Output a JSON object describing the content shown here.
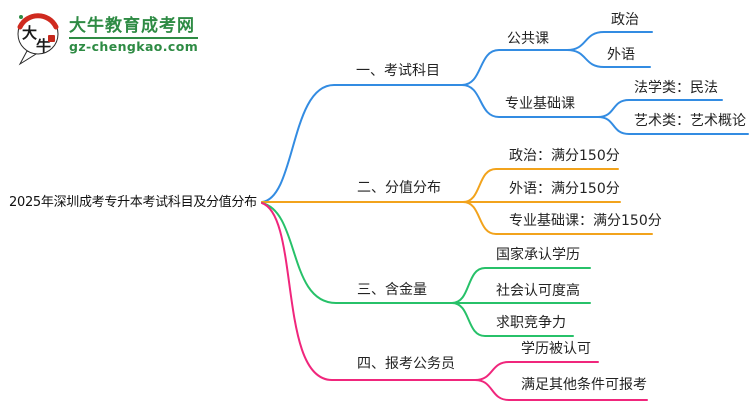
{
  "logo": {
    "site_name": "大牛教育成考网",
    "site_url": "gz-chengkao.com",
    "mascot_text_top": "大",
    "mascot_text_bottom": "牛"
  },
  "title": "2025年深圳成考专升本考试科目及分值分布",
  "colors": {
    "branch1_blue": "#338ce2",
    "branch2_orange": "#f2a31c",
    "branch3_green": "#27c169",
    "branch4_pink": "#f0267c",
    "brand_green": "#2e8b44",
    "brand_red": "#cf2a1f",
    "text": "#232323"
  },
  "mindmap": {
    "root": "2025年深圳成考专升本考试科目及分值分布",
    "branches": [
      {
        "label": "一、考试科目",
        "children": [
          {
            "label": "公共课",
            "children": [
              {
                "label": "政治"
              },
              {
                "label": "外语"
              }
            ]
          },
          {
            "label": "专业基础课",
            "children": [
              {
                "label": "法学类：民法"
              },
              {
                "label": "艺术类：艺术概论"
              }
            ]
          }
        ]
      },
      {
        "label": "二、分值分布",
        "children": [
          {
            "label": "政治：满分150分"
          },
          {
            "label": "外语：满分150分"
          },
          {
            "label": "专业基础课：满分150分"
          }
        ]
      },
      {
        "label": "三、含金量",
        "children": [
          {
            "label": "国家承认学历"
          },
          {
            "label": "社会认可度高"
          },
          {
            "label": "求职竞争力"
          }
        ]
      },
      {
        "label": "四、报考公务员",
        "children": [
          {
            "label": "学历被认可"
          },
          {
            "label": "满足其他条件可报考"
          }
        ]
      }
    ]
  }
}
